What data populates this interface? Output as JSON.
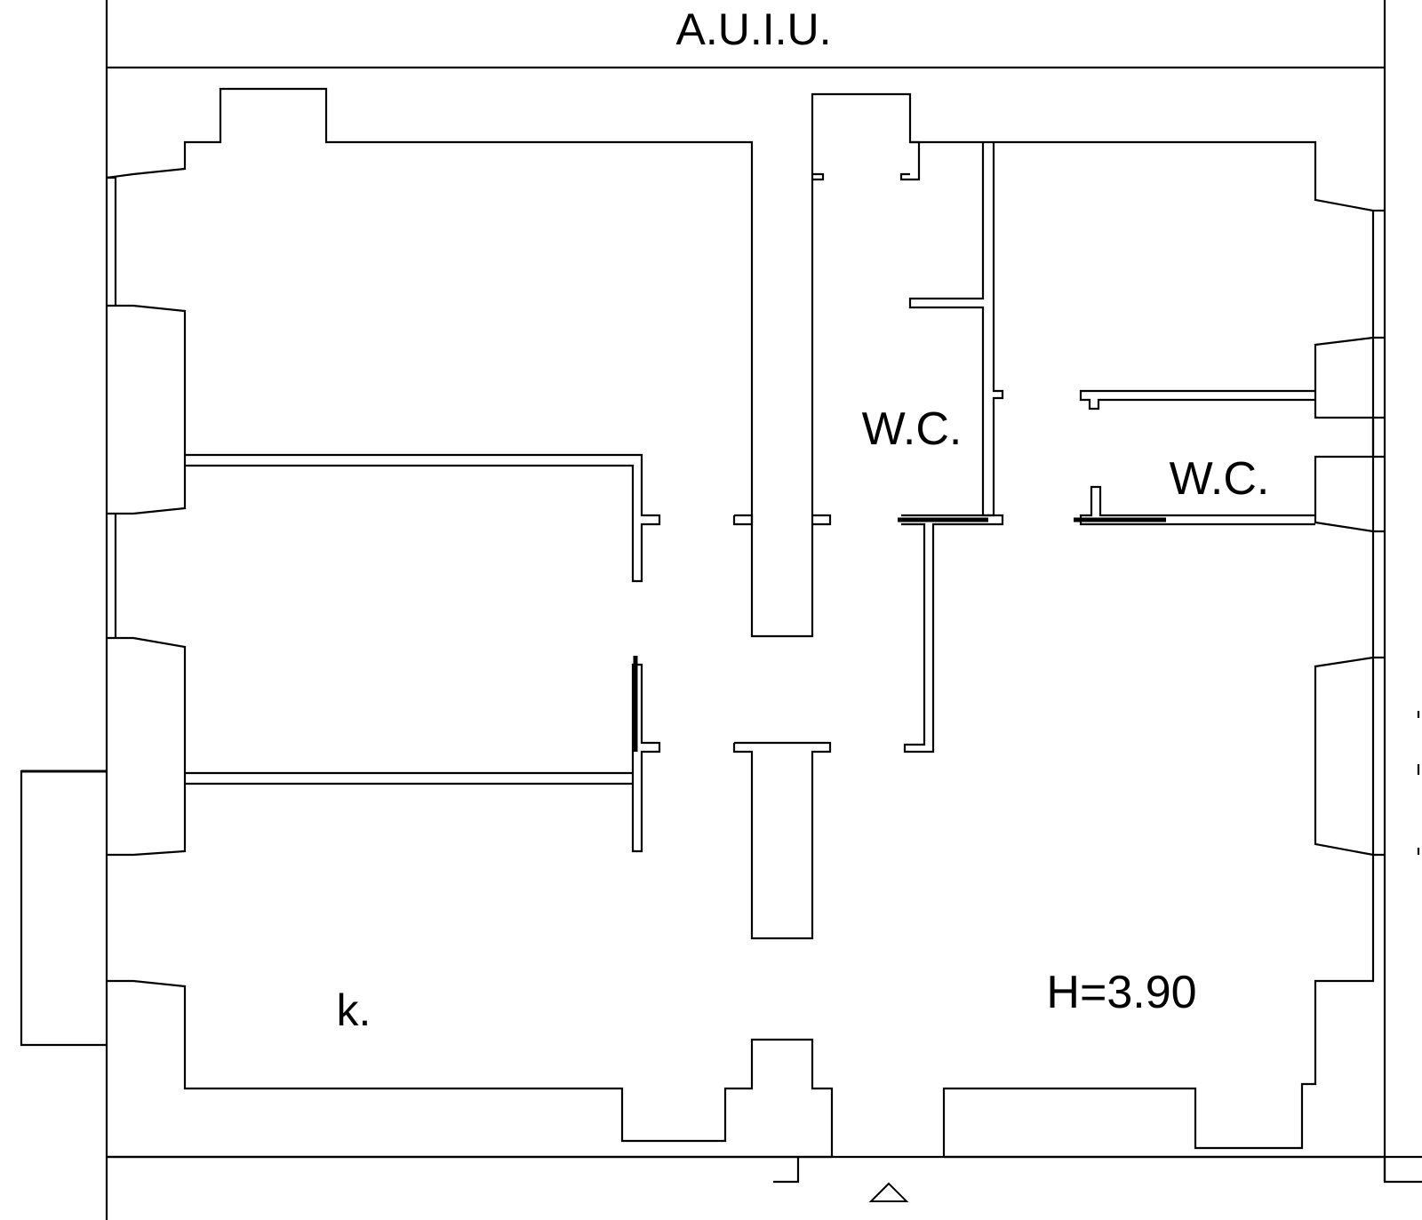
{
  "plan": {
    "header_label": "A.U.I.U.",
    "rooms": {
      "wc_center": "W.C.",
      "wc_right": "W.C.",
      "kitchen": "k."
    },
    "ceiling_height": "H=3.90",
    "entrance_icon": "triangle-entrance-icon",
    "line_color": "#000000",
    "background_color": "#ffffff"
  }
}
